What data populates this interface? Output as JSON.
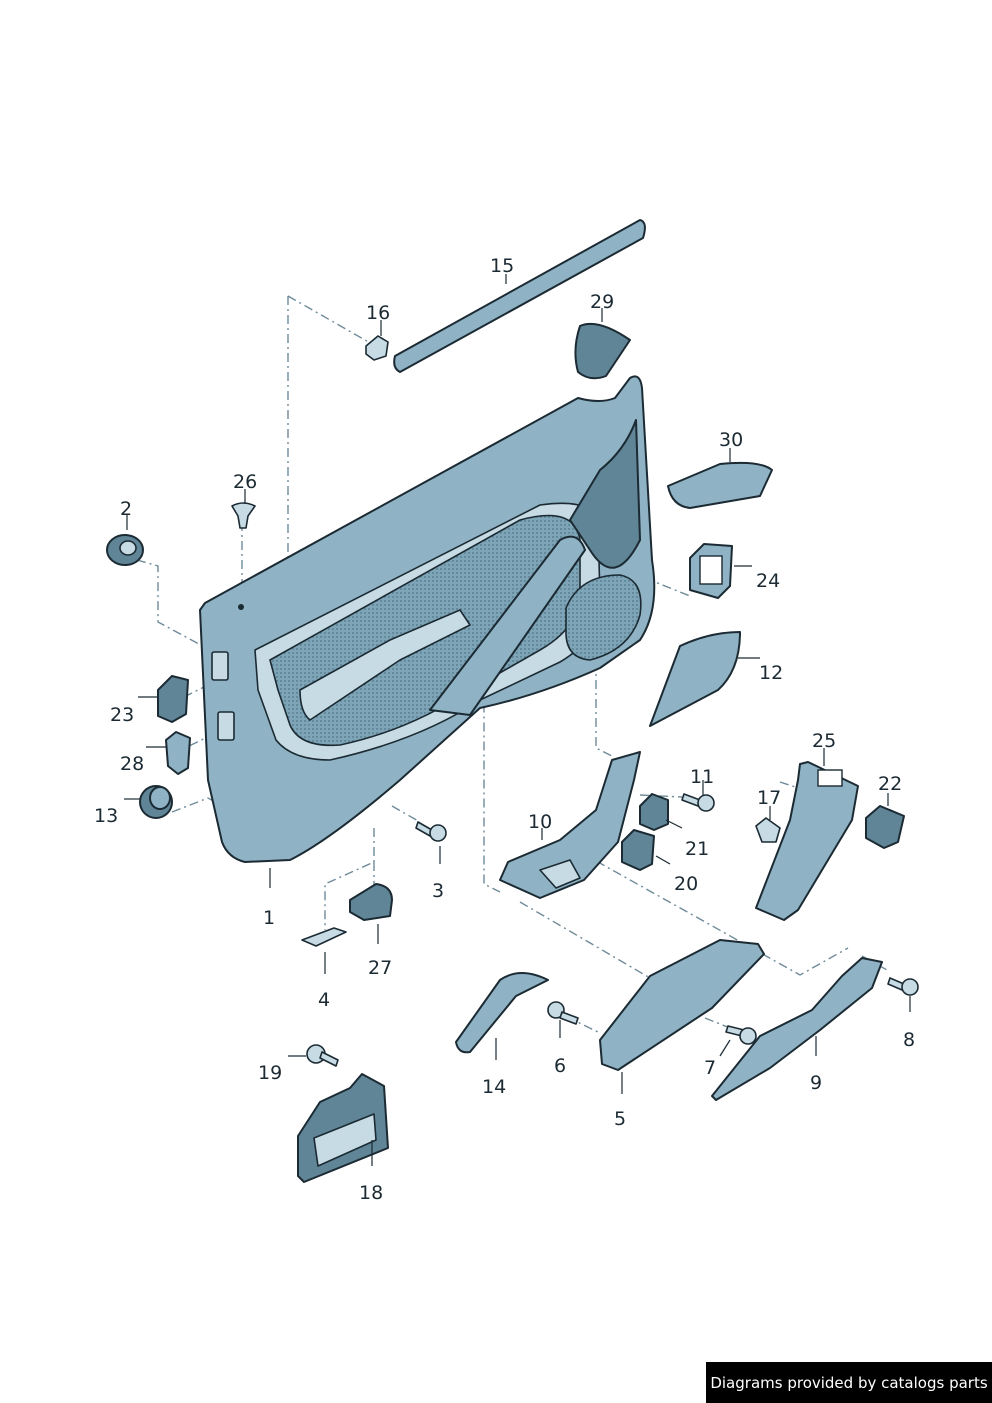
{
  "credit": "Diagrams provided by catalogs parts",
  "callouts": [
    "1",
    "2",
    "3",
    "4",
    "5",
    "6",
    "7",
    "8",
    "9",
    "10",
    "11",
    "12",
    "13",
    "14",
    "15",
    "16",
    "17",
    "18",
    "19",
    "20",
    "21",
    "22",
    "23",
    "24",
    "25",
    "26",
    "27",
    "28",
    "29",
    "30"
  ]
}
